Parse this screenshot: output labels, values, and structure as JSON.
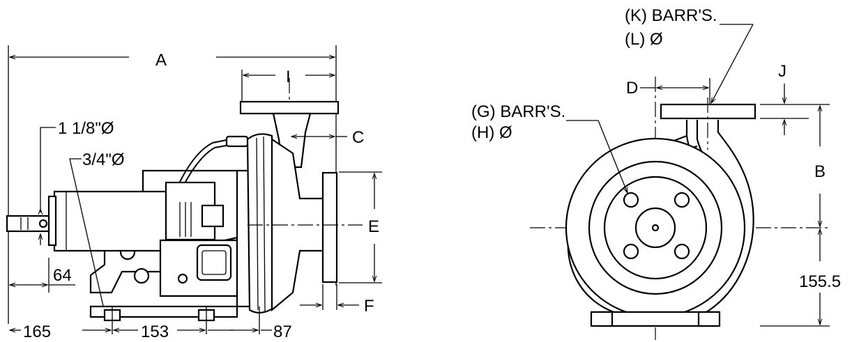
{
  "side_view": {
    "dims": {
      "A": "A",
      "I": "I",
      "C": "C",
      "E": "E",
      "F": "F",
      "shaft_dia": "1 1/8\"Ø",
      "small_dia": "3/4\"Ø",
      "d64": "64",
      "d165": "165",
      "d153": "153",
      "d87": "87"
    }
  },
  "front_view": {
    "dims": {
      "K": "(K) BARR'S.",
      "L": "(L) Ø",
      "G": "(G) BARR'S.",
      "H": "(H) Ø",
      "D": "D",
      "J": "J",
      "B": "B",
      "d155": "155.5"
    }
  }
}
